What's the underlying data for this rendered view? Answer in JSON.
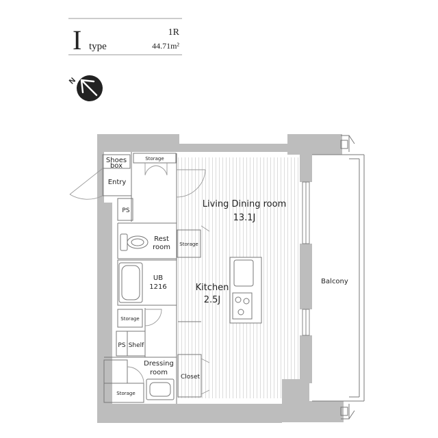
{
  "header": {
    "type_letter": "I",
    "type_word": "type",
    "layout": "1R",
    "area": "44.71m²"
  },
  "compass": {
    "north_label": "N",
    "icon": "north-arrow-icon"
  },
  "rooms": {
    "shoes_box": [
      "Shoes",
      "box"
    ],
    "storage_top": "Storage",
    "entry": "Entry",
    "ps_top": "PS",
    "living": [
      "Living Dining room",
      "13.1J"
    ],
    "rest_room": [
      "Rest",
      "room"
    ],
    "storage_mid": "Storage",
    "ub": [
      "UB",
      "1216"
    ],
    "kitchen": [
      "Kitchen",
      "2.5J"
    ],
    "balcony": "Balcony",
    "storage_low": "Storage",
    "ps_low": "PS",
    "shelf": "Shelf",
    "dressing": [
      "Dressing",
      "room"
    ],
    "closet": "Closet",
    "storage_bottom": "Storage"
  },
  "colors": {
    "wall": "#bdbdbd",
    "line": "#777777",
    "text": "#222222",
    "stripe": "#cfcfcf"
  }
}
